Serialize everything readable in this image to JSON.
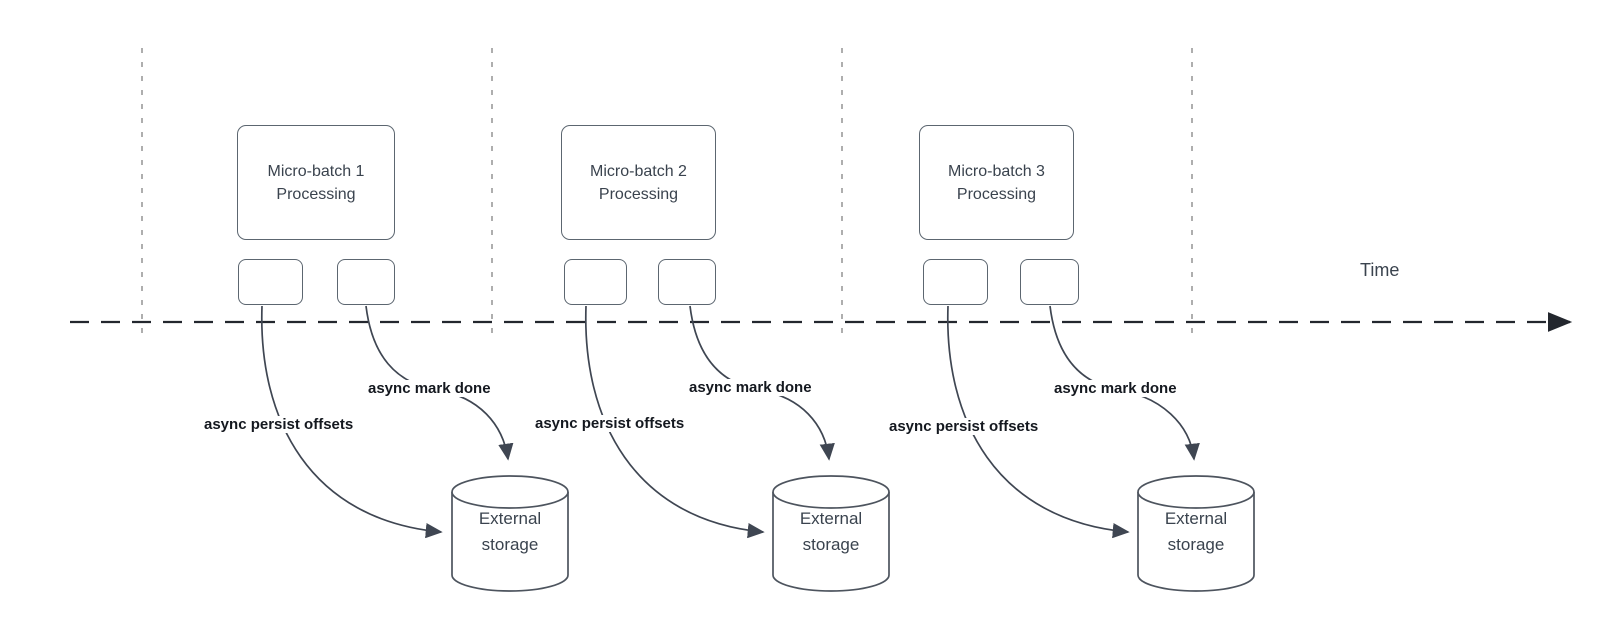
{
  "timeline": {
    "label": "Time"
  },
  "batches": [
    {
      "title_line1": "Micro-batch 1",
      "title_line2": "Processing",
      "persist_label": "async persist offsets",
      "mark_done_label": "async mark done",
      "storage_line1": "External",
      "storage_line2": "storage"
    },
    {
      "title_line1": "Micro-batch 2",
      "title_line2": "Processing",
      "persist_label": "async persist offsets",
      "mark_done_label": "async mark done",
      "storage_line1": "External",
      "storage_line2": "storage"
    },
    {
      "title_line1": "Micro-batch 3",
      "title_line2": "Processing",
      "persist_label": "async persist offsets",
      "mark_done_label": "async mark done",
      "storage_line1": "External",
      "storage_line2": "storage"
    }
  ],
  "colors": {
    "background": "#ffffff",
    "arrow_line": "#3f4652",
    "timeline_line": "#23272e",
    "lane_divider": "#a6a6a6",
    "box_border": "#5c6670",
    "box_text": "#3a434e",
    "label_text": "#14181f"
  }
}
